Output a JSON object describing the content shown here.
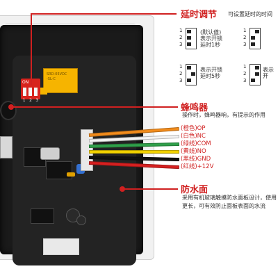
{
  "title_delay": "延时调节",
  "subtitle_delay": "可设置延时的时间",
  "dip_board_label": "ON",
  "dip_board_numbers": [
    "1",
    "2",
    "3"
  ],
  "relay_text": [
    "SRD-05VDC",
    "-SL-C"
  ],
  "dip_settings": [
    {
      "lines": [
        "(默认值)",
        "表示开锁",
        "延时1秒"
      ],
      "knobs": "left"
    },
    {
      "lines": [],
      "knobs": "right"
    },
    {
      "lines": [
        "表示开锁",
        "延时5秒"
      ],
      "knobs": "left"
    },
    {
      "lines": [
        "表示开"
      ],
      "knobs": "right"
    }
  ],
  "dip_numbers": [
    "1",
    "2",
    "3"
  ],
  "title_buzzer": "蜂鸣器",
  "subtitle_buzzer": "操作时，蜂鸣器响，有提示的作用",
  "wires": [
    {
      "label": "(橙色)OP",
      "color": "#f28c1c"
    },
    {
      "label": "(白色)NC",
      "color": "#f3f3f3"
    },
    {
      "label": "(绿线)COM",
      "color": "#2fa04a"
    },
    {
      "label": "(黄线)NO",
      "color": "#f0d000"
    },
    {
      "label": "(黑线)GND",
      "color": "#111111"
    },
    {
      "label": "(红线)+12V",
      "color": "#d62020"
    }
  ],
  "title_waterproof": "防水面",
  "waterproof_text": "采用有机玻璃触摸防水面板设计，使用更长，可有效防止面板表面的水流",
  "accent_color": "#d02020"
}
